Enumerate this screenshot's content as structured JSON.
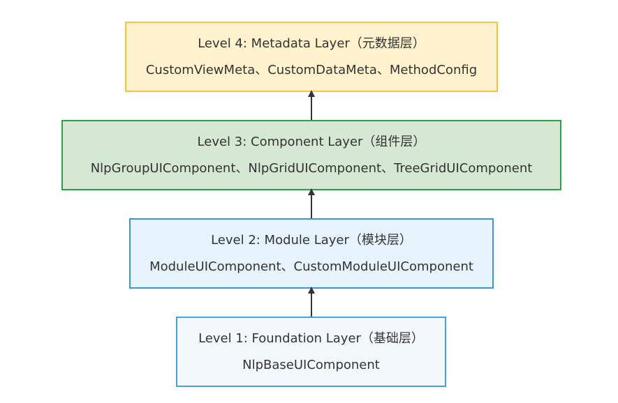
{
  "layers": [
    {
      "title": "Level 4: Metadata Layer（元数据层）",
      "items": "CustomViewMeta、CustomDataMeta、MethodConfig",
      "fill": "#fff2cc",
      "stroke": "#f5c242"
    },
    {
      "title": "Level 3: Component Layer（组件层）",
      "items": "NlpGroupUIComponent、NlpGridUIComponent、TreeGridUIComponent",
      "fill": "#d5e8d4",
      "stroke": "#2e9e44"
    },
    {
      "title": "Level 2: Module Layer（模块层）",
      "items": "ModuleUIComponent、CustomModuleUIComponent",
      "fill": "#e6f2fc",
      "stroke": "#3a96d4"
    },
    {
      "title": "Level 1: Foundation Layer（基础层）",
      "items": "NlpBaseUIComponent",
      "fill": "#f3f8fc",
      "stroke": "#4aa0d8"
    }
  ],
  "arrow_color": "#333333"
}
